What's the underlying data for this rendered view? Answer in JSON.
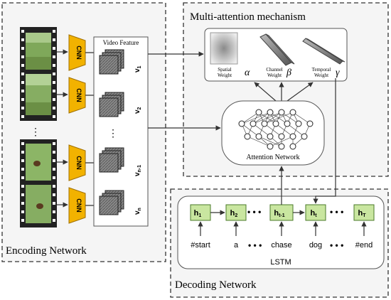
{
  "encoding": {
    "title": "Encoding Network",
    "cnn_label": "CNN",
    "video_feature_title": "Video Feature",
    "features": [
      "v1",
      "v2",
      "vn-1",
      "vn"
    ],
    "feature_subs": [
      "1",
      "2",
      "n-1",
      "n"
    ]
  },
  "attention": {
    "title": "Multi-attention mechanism",
    "weights": [
      {
        "line1": "Spatial",
        "line2": "Weight",
        "symbol": "α"
      },
      {
        "line1": "Channel",
        "line2": "Weight",
        "symbol": "β"
      },
      {
        "line1": "Temporal",
        "line2": "Weight",
        "symbol": "γ"
      }
    ],
    "network_label": "Attention Network"
  },
  "decoding": {
    "title": "Decoding Network",
    "lstm_label": "LSTM",
    "cells": [
      {
        "base": "h",
        "sub": "1"
      },
      {
        "base": "h",
        "sub": "2"
      },
      {
        "base": "h",
        "sub": "t-1"
      },
      {
        "base": "h",
        "sub": "t"
      },
      {
        "base": "h",
        "sub": "T"
      }
    ],
    "words": [
      "#start",
      "a",
      "chase",
      "dog",
      "#end"
    ]
  }
}
